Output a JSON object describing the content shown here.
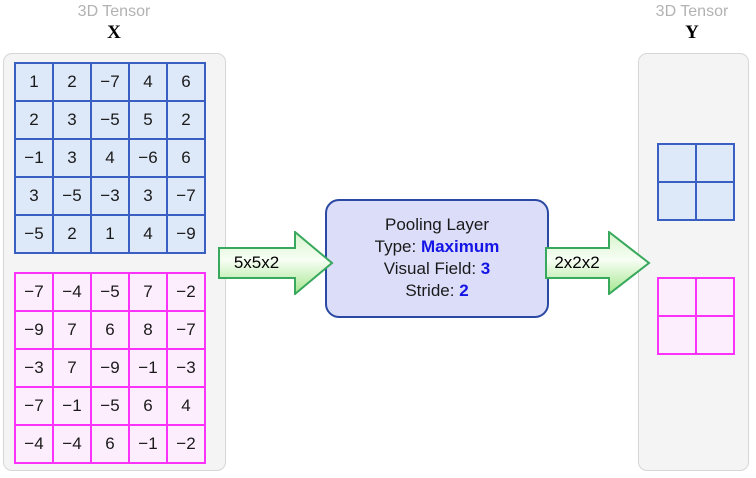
{
  "left_panel": {
    "title": "3D Tensor",
    "symbol": "X",
    "channels": [
      {
        "name": "input-channel-1",
        "border": "#3a5fc2",
        "fill": "#dde8f8",
        "values": [
          [
            "1",
            "2",
            "−7",
            "4",
            "6"
          ],
          [
            "2",
            "3",
            "−5",
            "5",
            "2"
          ],
          [
            "−1",
            "3",
            "4",
            "−6",
            "6"
          ],
          [
            "3",
            "−5",
            "−3",
            "3",
            "−7"
          ],
          [
            "−5",
            "2",
            "1",
            "4",
            "−9"
          ]
        ]
      },
      {
        "name": "input-channel-2",
        "border": "#fa32fa",
        "fill": "#fdeefd",
        "values": [
          [
            "−7",
            "−4",
            "−5",
            "7",
            "−2"
          ],
          [
            "−9",
            "7",
            "6",
            "8",
            "−7"
          ],
          [
            "−3",
            "7",
            "−9",
            "−1",
            "−3"
          ],
          [
            "−7",
            "−1",
            "−5",
            "6",
            "4"
          ],
          [
            "−4",
            "−4",
            "6",
            "−1",
            "−2"
          ]
        ]
      }
    ]
  },
  "right_panel": {
    "title": "3D Tensor",
    "symbol": "Y",
    "channels": [
      {
        "name": "output-channel-1",
        "border": "#3a5fc2",
        "fill": "#dde8f8",
        "values": [
          [
            "",
            ""
          ],
          [
            "",
            ""
          ]
        ]
      },
      {
        "name": "output-channel-2",
        "border": "#fa32fa",
        "fill": "#fdeefd",
        "values": [
          [
            "",
            ""
          ],
          [
            "",
            ""
          ]
        ]
      }
    ]
  },
  "pooling_box": {
    "title": "Pooling Layer",
    "type_label": "Type: ",
    "type_value": "Maximum",
    "field_label": "Visual Field: ",
    "field_value": "3",
    "stride_label": "Stride: ",
    "stride_value": "2"
  },
  "arrows": {
    "input_label": "5x5x2",
    "output_label": "2x2x2"
  },
  "colors": {
    "title_gray": "#b2b2b2",
    "panel_fill": "#f4f4f4",
    "panel_border": "#d6d6d6",
    "cell_blue_border": "#3a5fc2",
    "cell_blue_fill": "#dde8f8",
    "cell_pink_border": "#fa32fa",
    "cell_pink_fill": "#fdeefd",
    "box_fill": "#dbddf9",
    "box_border": "#2b49a3",
    "value_blue": "#1414e6",
    "arrow_border": "#38a85c"
  }
}
